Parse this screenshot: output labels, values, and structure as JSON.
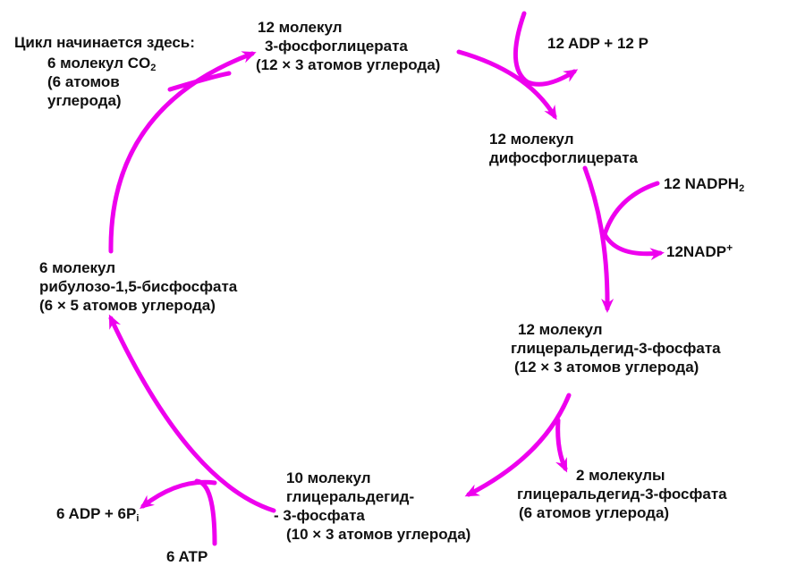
{
  "colors": {
    "arrow": "#ee00ee",
    "text": "#111111",
    "background": "#ffffff"
  },
  "nodes": {
    "start": {
      "line1": "Цикл начинается здесь:",
      "line2": "6 молекул CO",
      "line2_sub": "2",
      "line3": "(6 атомов",
      "line4": "углерода)"
    },
    "pga": {
      "line1": "12 молекул",
      "line2": "3-фосфоглицерата",
      "line3": "(12 × 3 атомов углерода)"
    },
    "dpga": {
      "line1": "12 молекул",
      "line2": "дифосфоглицерата"
    },
    "g3p12": {
      "line1": "12 молекул",
      "line2": "глицеральдегид-3-фосфата",
      "line3": "(12 × 3 атомов углерода)"
    },
    "g3p2": {
      "line1": "2 молекулы",
      "line2": "глицеральдегид-3-фосфата",
      "line3": "(6 атомов углерода)"
    },
    "g3p10": {
      "line1": "10 молекул",
      "line2": "глицеральдегид-",
      "line3": "- 3-фосфата",
      "line4": "(10 × 3 атомов углерода)"
    },
    "rubp": {
      "line1": "6 молекул",
      "line2": "рибулозо-1,5-бисфосфата",
      "line3": "(6 × 5 атомов углерода)"
    }
  },
  "cofactors": {
    "adp12": "12 ADP + 12 P",
    "nadph": "12 NADPH",
    "nadph_sub": "2",
    "nadp": "12NADP",
    "nadp_sup": "+",
    "adp6": "6 ADP + 6P",
    "adp6_sub": "i",
    "atp6": "6 ATP"
  }
}
